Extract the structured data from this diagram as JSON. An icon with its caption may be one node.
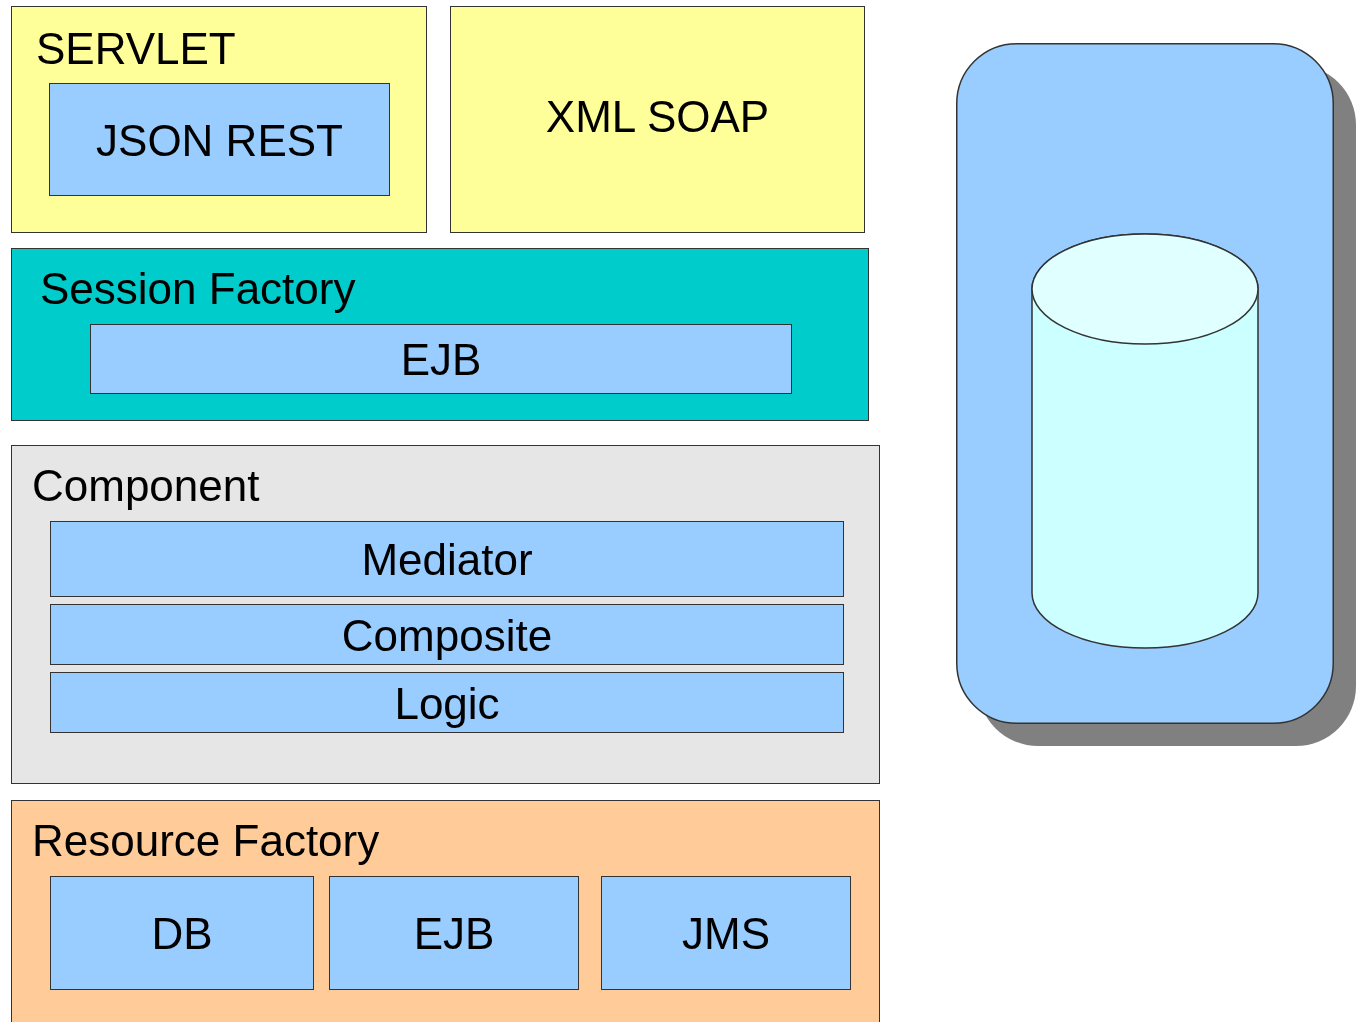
{
  "diagram": {
    "nodes": [
      {
        "text": [
          "SERVLET"
        ]
      },
      {
        "text": [
          "JSON REST"
        ],
        "in": 0
      },
      {
        "text": [
          "XML SOAP"
        ]
      },
      {
        "text": [
          "Session Factory"
        ]
      },
      {
        "text": [
          "EJB"
        ],
        "in": 3
      },
      {
        "text": [
          "Component"
        ]
      },
      {
        "text": [
          "Mediator"
        ],
        "in": 5
      },
      {
        "text": [
          "Composite"
        ],
        "in": 5
      },
      {
        "text": [
          "Logic"
        ],
        "in": 5
      },
      {
        "text": [
          "Resource Factory"
        ]
      },
      {
        "text": [
          "DB"
        ],
        "in": 9
      },
      {
        "text": [
          "EJB"
        ],
        "in": 9
      },
      {
        "text": [
          "JMS"
        ],
        "in": 9
      },
      {
        "text": [],
        "shape": "box"
      },
      {
        "text": [],
        "shape": "cylinder",
        "in": 13
      }
    ]
  }
}
